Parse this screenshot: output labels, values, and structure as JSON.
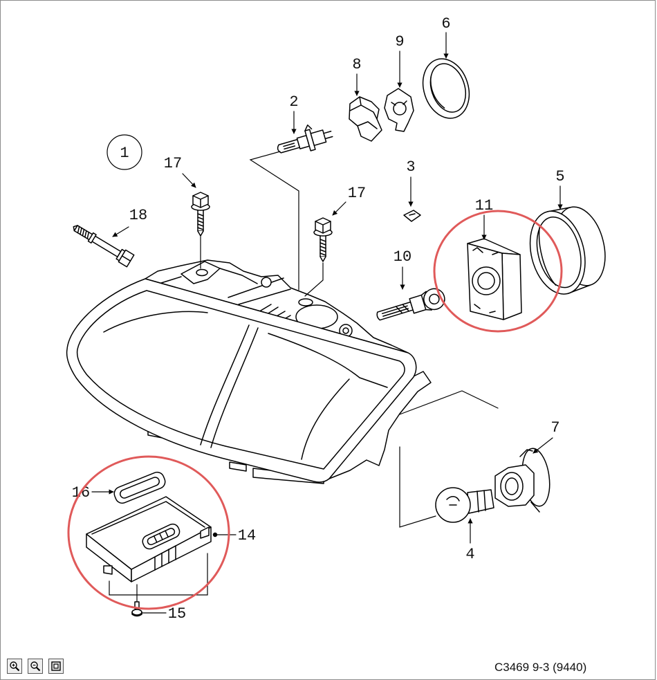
{
  "diagram": {
    "callouts": {
      "p1": "1",
      "p2": "2",
      "p3": "3",
      "p4": "4",
      "p5": "5",
      "p6": "6",
      "p7": "7",
      "p8": "8",
      "p9": "9",
      "p10": "10",
      "p11": "11",
      "p14": "14",
      "p15": "15",
      "p16": "16",
      "p17_left": "17",
      "p17_right": "17",
      "p18": "18"
    },
    "line_color": "#000000",
    "highlight_color": "#e05a5a"
  },
  "viewer": {
    "caption": "C3469 9-3 (9440)",
    "toolbar": [
      {
        "icon": "zoom-in-icon"
      },
      {
        "icon": "zoom-out-icon"
      },
      {
        "icon": "fit-to-window-icon"
      }
    ]
  }
}
